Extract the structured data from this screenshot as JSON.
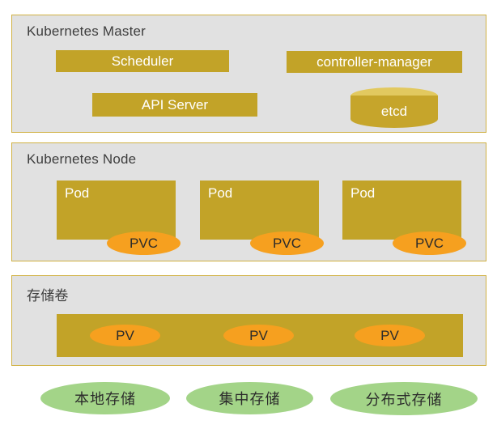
{
  "colors": {
    "background": "#ffffff",
    "section_fill": "#e1e1e1",
    "section_border": "#d0b143",
    "gold_box": "#c2a328",
    "cylinder_top": "#e2c95f",
    "orange_ellipse": "#f6a01f",
    "green_ellipse": "#a3d488",
    "title_text": "#3d3d3d",
    "box_text": "#ffffff",
    "dark_text": "#2b2b2b"
  },
  "sections": {
    "master": {
      "title": "Kubernetes Master",
      "components": {
        "scheduler": "Scheduler",
        "controller_manager": "controller-manager",
        "api_server": "API Server",
        "etcd": "etcd"
      }
    },
    "node": {
      "title": "Kubernetes Node",
      "pods": [
        {
          "label": "Pod",
          "claim": "PVC"
        },
        {
          "label": "Pod",
          "claim": "PVC"
        },
        {
          "label": "Pod",
          "claim": "PVC"
        }
      ]
    },
    "storage": {
      "title": "存储卷",
      "volumes": [
        "PV",
        "PV",
        "PV"
      ]
    }
  },
  "storage_types": [
    "本地存储",
    "集中存储",
    "分布式存储"
  ]
}
